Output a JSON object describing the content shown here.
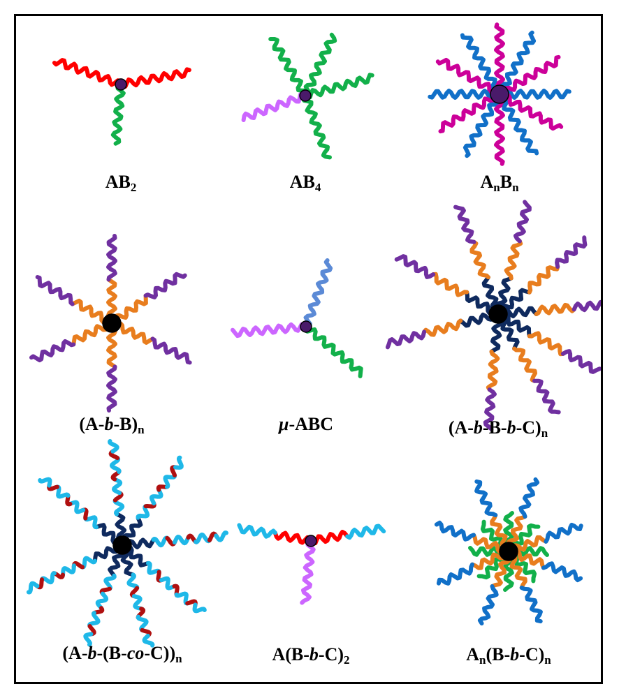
{
  "colors": {
    "red": "#ff0000",
    "green": "#12b04a",
    "lilac": "#cc66ff",
    "magenta": "#cc0099",
    "blue": "#1170c8",
    "orange": "#e87d1e",
    "purple": "#7030a0",
    "cornflower": "#5b8ad6",
    "navy": "#0f2a5e",
    "cyan": "#1fb8e8",
    "darkred": "#b01010",
    "core_purple": "#4a1a6a",
    "core_black": "#000000"
  },
  "structures": [
    {
      "id": "AB2",
      "label_parts": [
        {
          "t": "AB"
        },
        {
          "t": "2",
          "sub": true
        }
      ],
      "core": {
        "color": "core_purple",
        "size": "small"
      },
      "arms": [
        {
          "dir": 160,
          "segments": [
            {
              "color": "red",
              "len": 1.0
            }
          ]
        },
        {
          "dir": 10,
          "segments": [
            {
              "color": "red",
              "len": 1.0
            }
          ]
        },
        {
          "dir": 265,
          "segments": [
            {
              "color": "green",
              "len": 0.85
            }
          ]
        }
      ]
    },
    {
      "id": "AB4",
      "label_parts": [
        {
          "t": "AB"
        },
        {
          "t": "4",
          "sub": true
        }
      ],
      "core": {
        "color": "core_purple",
        "size": "small"
      },
      "arms": [
        {
          "dir": 120,
          "segments": [
            {
              "color": "green",
              "len": 0.95
            }
          ]
        },
        {
          "dir": 65,
          "segments": [
            {
              "color": "green",
              "len": 0.95
            }
          ]
        },
        {
          "dir": 15,
          "segments": [
            {
              "color": "green",
              "len": 1.0
            }
          ]
        },
        {
          "dir": 290,
          "segments": [
            {
              "color": "green",
              "len": 0.95
            }
          ]
        },
        {
          "dir": 200,
          "segments": [
            {
              "color": "lilac",
              "len": 0.95
            }
          ]
        }
      ]
    },
    {
      "id": "AnBn",
      "label_parts": [
        {
          "t": "A"
        },
        {
          "t": "n",
          "sub": true
        },
        {
          "t": "B"
        },
        {
          "t": "n",
          "sub": true
        }
      ],
      "core": {
        "color": "core_purple",
        "size": "large"
      },
      "arms": [
        {
          "dir": 0,
          "segments": [
            {
              "color": "blue",
              "len": 0.95
            }
          ]
        },
        {
          "dir": 30,
          "segments": [
            {
              "color": "magenta",
              "len": 0.95
            }
          ]
        },
        {
          "dir": 60,
          "segments": [
            {
              "color": "blue",
              "len": 0.95
            }
          ]
        },
        {
          "dir": 90,
          "segments": [
            {
              "color": "magenta",
              "len": 0.95
            }
          ]
        },
        {
          "dir": 120,
          "segments": [
            {
              "color": "blue",
              "len": 0.95
            }
          ]
        },
        {
          "dir": 150,
          "segments": [
            {
              "color": "magenta",
              "len": 0.95
            }
          ]
        },
        {
          "dir": 180,
          "segments": [
            {
              "color": "blue",
              "len": 0.95
            }
          ]
        },
        {
          "dir": 210,
          "segments": [
            {
              "color": "magenta",
              "len": 0.95
            }
          ]
        },
        {
          "dir": 240,
          "segments": [
            {
              "color": "blue",
              "len": 0.95
            }
          ]
        },
        {
          "dir": 270,
          "segments": [
            {
              "color": "magenta",
              "len": 0.95
            }
          ]
        },
        {
          "dir": 300,
          "segments": [
            {
              "color": "blue",
              "len": 0.95
            }
          ]
        },
        {
          "dir": 330,
          "segments": [
            {
              "color": "magenta",
              "len": 0.95
            }
          ]
        }
      ]
    },
    {
      "id": "AbBn",
      "label_parts": [
        {
          "t": "(A-"
        },
        {
          "t": "b",
          "i": true
        },
        {
          "t": "-B)"
        },
        {
          "t": "n",
          "sub": true
        }
      ],
      "core": {
        "color": "core_black",
        "size": "medium"
      },
      "arms": [
        {
          "dir": 90,
          "segments": [
            {
              "color": "orange",
              "len": 0.5
            },
            {
              "color": "purple",
              "len": 0.5
            }
          ]
        },
        {
          "dir": 35,
          "segments": [
            {
              "color": "orange",
              "len": 0.5
            },
            {
              "color": "purple",
              "len": 0.5
            }
          ]
        },
        {
          "dir": 335,
          "segments": [
            {
              "color": "orange",
              "len": 0.5
            },
            {
              "color": "purple",
              "len": 0.5
            }
          ]
        },
        {
          "dir": 270,
          "segments": [
            {
              "color": "orange",
              "len": 0.5
            },
            {
              "color": "purple",
              "len": 0.5
            }
          ]
        },
        {
          "dir": 205,
          "segments": [
            {
              "color": "orange",
              "len": 0.5
            },
            {
              "color": "purple",
              "len": 0.5
            }
          ]
        },
        {
          "dir": 150,
          "segments": [
            {
              "color": "orange",
              "len": 0.5
            },
            {
              "color": "purple",
              "len": 0.5
            }
          ]
        }
      ]
    },
    {
      "id": "muABC",
      "label_parts": [
        {
          "t": "μ",
          "i": true
        },
        {
          "t": "-ABC"
        }
      ],
      "core": {
        "color": "core_purple",
        "size": "small"
      },
      "arms": [
        {
          "dir": 70,
          "segments": [
            {
              "color": "cornflower",
              "len": 0.95
            }
          ]
        },
        {
          "dir": 320,
          "segments": [
            {
              "color": "green",
              "len": 1.0
            }
          ]
        },
        {
          "dir": 185,
          "segments": [
            {
              "color": "lilac",
              "len": 1.0
            }
          ]
        }
      ]
    },
    {
      "id": "AbBbCn",
      "label_parts": [
        {
          "t": "(A-"
        },
        {
          "t": "b",
          "i": true
        },
        {
          "t": "-B-"
        },
        {
          "t": "b",
          "i": true
        },
        {
          "t": "-C)"
        },
        {
          "t": "n",
          "sub": true
        }
      ],
      "core": {
        "color": "core_black",
        "size": "medium"
      },
      "arms": [
        {
          "dir": 5,
          "segments": [
            {
              "color": "navy",
              "len": 0.33
            },
            {
              "color": "orange",
              "len": 0.33
            },
            {
              "color": "purple",
              "len": 0.34
            }
          ]
        },
        {
          "dir": 40,
          "segments": [
            {
              "color": "navy",
              "len": 0.33
            },
            {
              "color": "orange",
              "len": 0.33
            },
            {
              "color": "purple",
              "len": 0.34
            }
          ]
        },
        {
          "dir": 75,
          "segments": [
            {
              "color": "navy",
              "len": 0.33
            },
            {
              "color": "orange",
              "len": 0.33
            },
            {
              "color": "purple",
              "len": 0.34
            }
          ]
        },
        {
          "dir": 110,
          "segments": [
            {
              "color": "navy",
              "len": 0.33
            },
            {
              "color": "orange",
              "len": 0.33
            },
            {
              "color": "purple",
              "len": 0.34
            }
          ]
        },
        {
          "dir": 150,
          "segments": [
            {
              "color": "navy",
              "len": 0.33
            },
            {
              "color": "orange",
              "len": 0.33
            },
            {
              "color": "purple",
              "len": 0.34
            }
          ]
        },
        {
          "dir": 195,
          "segments": [
            {
              "color": "navy",
              "len": 0.33
            },
            {
              "color": "orange",
              "len": 0.33
            },
            {
              "color": "purple",
              "len": 0.34
            }
          ]
        },
        {
          "dir": 265,
          "segments": [
            {
              "color": "navy",
              "len": 0.33
            },
            {
              "color": "orange",
              "len": 0.33
            },
            {
              "color": "purple",
              "len": 0.34
            }
          ]
        },
        {
          "dir": 300,
          "segments": [
            {
              "color": "navy",
              "len": 0.33
            },
            {
              "color": "orange",
              "len": 0.33
            },
            {
              "color": "purple",
              "len": 0.34
            }
          ]
        },
        {
          "dir": 330,
          "segments": [
            {
              "color": "navy",
              "len": 0.33
            },
            {
              "color": "orange",
              "len": 0.33
            },
            {
              "color": "purple",
              "len": 0.34
            }
          ]
        }
      ]
    },
    {
      "id": "AbBcoCn",
      "label_parts": [
        {
          "t": "(A-"
        },
        {
          "t": "b",
          "i": true
        },
        {
          "t": "-(B-"
        },
        {
          "t": "co",
          "i": true
        },
        {
          "t": "-C))"
        },
        {
          "t": "n",
          "sub": true
        }
      ],
      "core": {
        "color": "core_black",
        "size": "medium"
      },
      "arms": [
        {
          "dir": 5,
          "segments": [
            {
              "color": "navy",
              "len": 0.3
            },
            {
              "color": "stripe",
              "len": 0.7
            }
          ]
        },
        {
          "dir": 55,
          "segments": [
            {
              "color": "navy",
              "len": 0.3
            },
            {
              "color": "stripe",
              "len": 0.7
            }
          ]
        },
        {
          "dir": 95,
          "segments": [
            {
              "color": "navy",
              "len": 0.3
            },
            {
              "color": "stripe",
              "len": 0.7
            }
          ]
        },
        {
          "dir": 140,
          "segments": [
            {
              "color": "navy",
              "len": 0.3
            },
            {
              "color": "stripe",
              "len": 0.7
            }
          ]
        },
        {
          "dir": 205,
          "segments": [
            {
              "color": "navy",
              "len": 0.3
            },
            {
              "color": "stripe",
              "len": 0.7
            }
          ]
        },
        {
          "dir": 250,
          "segments": [
            {
              "color": "navy",
              "len": 0.3
            },
            {
              "color": "stripe",
              "len": 0.7
            }
          ]
        },
        {
          "dir": 285,
          "segments": [
            {
              "color": "navy",
              "len": 0.3
            },
            {
              "color": "stripe",
              "len": 0.7
            }
          ]
        },
        {
          "dir": 320,
          "segments": [
            {
              "color": "navy",
              "len": 0.3
            },
            {
              "color": "stripe",
              "len": 0.7
            }
          ]
        }
      ]
    },
    {
      "id": "ABbC2",
      "label_parts": [
        {
          "t": "A(B-"
        },
        {
          "t": "b",
          "i": true
        },
        {
          "t": "-C)"
        },
        {
          "t": "2",
          "sub": true
        }
      ],
      "core": {
        "color": "core_purple",
        "size": "small"
      },
      "arms": [
        {
          "dir": 170,
          "segments": [
            {
              "color": "red",
              "len": 0.5
            },
            {
              "color": "cyan",
              "len": 0.5
            }
          ]
        },
        {
          "dir": 10,
          "segments": [
            {
              "color": "red",
              "len": 0.5
            },
            {
              "color": "cyan",
              "len": 0.5
            }
          ]
        },
        {
          "dir": 265,
          "segments": [
            {
              "color": "lilac",
              "len": 0.85
            }
          ]
        }
      ]
    },
    {
      "id": "AnBbCn",
      "label_parts": [
        {
          "t": "A"
        },
        {
          "t": "n",
          "sub": true
        },
        {
          "t": "(B-"
        },
        {
          "t": "b",
          "i": true
        },
        {
          "t": "-C)"
        },
        {
          "t": "n",
          "sub": true
        }
      ],
      "core": {
        "color": "core_black",
        "size": "medium"
      },
      "arms": [
        {
          "dir": 0,
          "segments": [
            {
              "color": "green",
              "len": 0.5
            }
          ]
        },
        {
          "dir": 45,
          "segments": [
            {
              "color": "green",
              "len": 0.5
            }
          ]
        },
        {
          "dir": 90,
          "segments": [
            {
              "color": "green",
              "len": 0.5
            }
          ]
        },
        {
          "dir": 135,
          "segments": [
            {
              "color": "green",
              "len": 0.5
            }
          ]
        },
        {
          "dir": 180,
          "segments": [
            {
              "color": "green",
              "len": 0.5
            }
          ]
        },
        {
          "dir": 225,
          "segments": [
            {
              "color": "green",
              "len": 0.5
            }
          ]
        },
        {
          "dir": 270,
          "segments": [
            {
              "color": "green",
              "len": 0.5
            }
          ]
        },
        {
          "dir": 315,
          "segments": [
            {
              "color": "green",
              "len": 0.5
            }
          ]
        },
        {
          "dir": 20,
          "segments": [
            {
              "color": "orange",
              "len": 0.5
            },
            {
              "color": "blue",
              "len": 0.5
            }
          ]
        },
        {
          "dir": 70,
          "segments": [
            {
              "color": "orange",
              "len": 0.5
            },
            {
              "color": "blue",
              "len": 0.5
            }
          ]
        },
        {
          "dir": 115,
          "segments": [
            {
              "color": "orange",
              "len": 0.5
            },
            {
              "color": "blue",
              "len": 0.5
            }
          ]
        },
        {
          "dir": 160,
          "segments": [
            {
              "color": "orange",
              "len": 0.5
            },
            {
              "color": "blue",
              "len": 0.5
            }
          ]
        },
        {
          "dir": 205,
          "segments": [
            {
              "color": "orange",
              "len": 0.5
            },
            {
              "color": "blue",
              "len": 0.5
            }
          ]
        },
        {
          "dir": 250,
          "segments": [
            {
              "color": "orange",
              "len": 0.5
            },
            {
              "color": "blue",
              "len": 0.5
            }
          ]
        },
        {
          "dir": 295,
          "segments": [
            {
              "color": "orange",
              "len": 0.5
            },
            {
              "color": "blue",
              "len": 0.5
            }
          ]
        },
        {
          "dir": 340,
          "segments": [
            {
              "color": "orange",
              "len": 0.5
            },
            {
              "color": "blue",
              "len": 0.5
            }
          ]
        }
      ]
    }
  ]
}
